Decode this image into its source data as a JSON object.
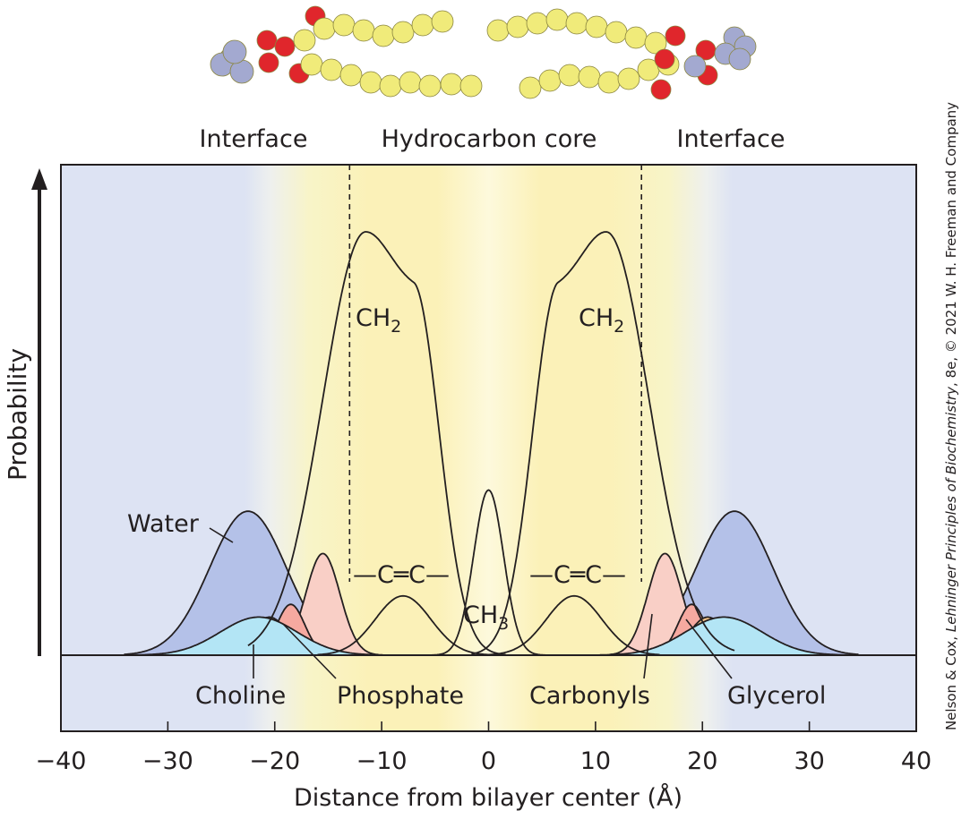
{
  "chart_data": {
    "type": "area",
    "title": "",
    "xlabel": "Distance from bilayer center (Å)",
    "ylabel": "Probability",
    "xlim": [
      -40,
      40
    ],
    "ylim": [
      0,
      1.1
    ],
    "xticks": [
      -40,
      -30,
      -20,
      -10,
      0,
      10,
      20,
      30,
      40
    ],
    "grid": false,
    "legend": "none",
    "regions": [
      {
        "label": "Interface",
        "range": [
          -22,
          -13
        ]
      },
      {
        "label": "Hydrocarbon core",
        "range": [
          -13,
          14.3
        ]
      },
      {
        "label": "Interface",
        "range": [
          14.3,
          22
        ]
      }
    ],
    "series": [
      {
        "name": "Water",
        "color": "#b4c1e8",
        "peaks": [
          {
            "x": -22.5,
            "y": 0.34
          },
          {
            "x": 23,
            "y": 0.34
          }
        ]
      },
      {
        "name": "Choline",
        "color": "#b3e5f5",
        "peaks": [
          {
            "x": -21.5,
            "y": 0.09
          },
          {
            "x": 22,
            "y": 0.09
          }
        ]
      },
      {
        "name": "Phosphate",
        "color": "#f7c48a",
        "peaks": [
          {
            "x": -20.5,
            "y": 0.09
          },
          {
            "x": 20.5,
            "y": 0.09
          }
        ]
      },
      {
        "name": "Glycerol",
        "color": "#f6a9a0",
        "peaks": [
          {
            "x": -18.5,
            "y": 0.12
          },
          {
            "x": 19,
            "y": 0.12
          }
        ]
      },
      {
        "name": "Carbonyls",
        "color": "#f9cfc6",
        "peaks": [
          {
            "x": -15.5,
            "y": 0.24
          },
          {
            "x": 16.5,
            "y": 0.24
          }
        ]
      },
      {
        "name": "—C=C—",
        "peaks": [
          {
            "x": -8,
            "y": 0.14
          },
          {
            "x": 8,
            "y": 0.14
          }
        ]
      },
      {
        "name": "CH3",
        "peaks": [
          {
            "x": 0,
            "y": 0.39
          }
        ]
      },
      {
        "name": "CH2",
        "peaks": [
          {
            "x": -11.5,
            "y": 1.0
          },
          {
            "x": 12,
            "y": 1.0
          }
        ]
      }
    ],
    "annotations": {
      "interface_left": "Interface",
      "core": "Hydrocarbon core",
      "interface_right": "Interface",
      "ch2_left": "CH",
      "ch2_right": "CH",
      "ch2_sub": "2",
      "cc_left": "—C═C—",
      "cc_right": "—C═C—",
      "ch3": "CH",
      "ch3_sub": "3",
      "water": "Water",
      "choline": "Choline",
      "phosphate": "Phosphate",
      "carbonyls": "Carbonyls",
      "glycerol": "Glycerol"
    }
  },
  "credit": {
    "prefix": "Nelson & Cox, ",
    "book": "Lehninger Principles of Biochemistry",
    "suffix": ", 8e, © 2021 W. H. Freeman and Company"
  },
  "colors": {
    "background_blue": "#dde3f3",
    "core_yellow": "#fbf1b8",
    "lipid_tail": "#f0eb7a",
    "oxygen": "#e0262c",
    "nitrogen": "#a3a9d0"
  }
}
